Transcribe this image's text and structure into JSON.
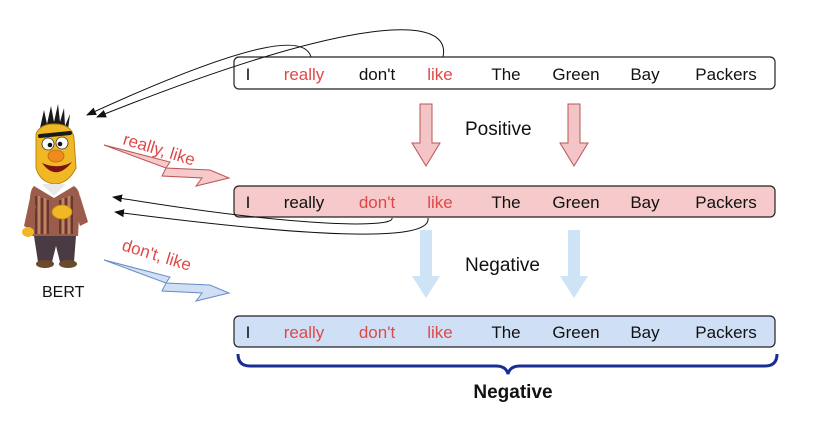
{
  "colors": {
    "highlight": "#e04848",
    "text": "#111111",
    "positive_box_fill": "#f6c9ca",
    "negative_box_fill": "#cfe0f6",
    "positive_arrow_fill": "#f3c5c6",
    "negative_arrow_fill": "#cfe3f7",
    "brace": "#1a2d93"
  },
  "sentences": [
    {
      "tokens": [
        "I",
        "really",
        "don't",
        "like",
        "The",
        "Green",
        "Bay",
        "Packers"
      ],
      "highlighted": [
        1,
        3
      ]
    },
    {
      "tokens": [
        "I",
        "really",
        "don't",
        "like",
        "The",
        "Green",
        "Bay",
        "Packers"
      ],
      "highlighted": [
        2,
        3
      ]
    },
    {
      "tokens": [
        "I",
        "really",
        "don't",
        "like",
        "The",
        "Green",
        "Bay",
        "Packers"
      ],
      "highlighted": [
        1,
        2,
        3
      ]
    }
  ],
  "labels": {
    "positive": "Positive",
    "negative": "Negative",
    "final": "Negative"
  },
  "bert": {
    "label": "BERT",
    "icon": "bert-character-icon"
  },
  "explanations": [
    {
      "text": "really, like"
    },
    {
      "text": "don't, like"
    }
  ]
}
